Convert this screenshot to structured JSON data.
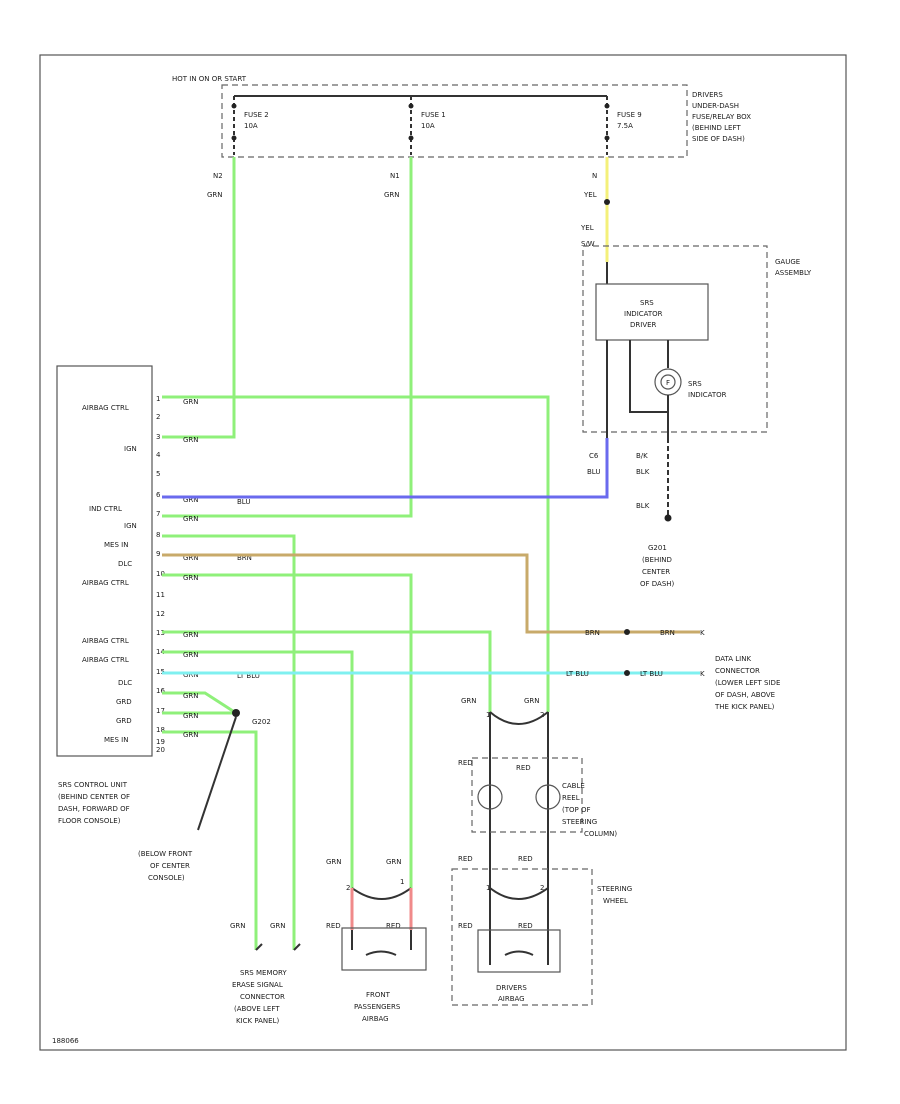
{
  "diagram": {
    "fusebox_label": "HOT IN ON OR START",
    "fusebox_desc": [
      "DRIVERS",
      "UNDER-DASH",
      "FUSE/RELAY BOX",
      "(BEHIND LEFT",
      "SIDE OF DASH)"
    ],
    "fuses": [
      {
        "name": "FUSE 2",
        "amp": "10A"
      },
      {
        "name": "FUSE 1",
        "amp": "10A"
      },
      {
        "name": "FUSE 9",
        "amp": "7.5A"
      }
    ],
    "wire_top": [
      {
        "id": "N2",
        "color": "GRN"
      },
      {
        "id": "N1",
        "color": "GRN"
      },
      {
        "id": "N",
        "color": "YEL"
      }
    ],
    "yel_lower": "YEL",
    "gauge_pin": "S/W",
    "gauge_label": [
      "GAUGE",
      "ASSEMBLY"
    ],
    "srs_indicator_box": [
      "SRS",
      "INDICATOR",
      "DRIVER"
    ],
    "srs_indicator_lamp": [
      "SRS",
      "INDICATOR"
    ],
    "lamp_glyph": "F",
    "c6": "C6",
    "blu": "BLU",
    "blk_pin": "B/K",
    "blk1": "BLK",
    "blk2": "BLK",
    "ground_label": [
      "G201",
      "(BEHIND",
      "CENTER",
      "OF DASH)"
    ],
    "control_unit_left": [
      "AIRBAG CTRL",
      "IGN",
      "IND CTRL",
      "IGN",
      "MES IN",
      "DLC",
      "AIRBAG CTRL",
      "AIRBAG CTRL",
      "AIRBAG CTRL",
      "DLC",
      "GRD",
      "GRD",
      "MES IN"
    ],
    "control_unit_pins": [
      "1",
      "2",
      "3",
      "4",
      "5",
      "6",
      "7",
      "8",
      "9",
      "10",
      "11",
      "12",
      "13",
      "14",
      "15",
      "16",
      "17",
      "18",
      "19",
      "20"
    ],
    "wire_grn": "GRN",
    "wire_blu": "BLU",
    "wire_brn": "BRN",
    "wire_ltblu": "LT BLU",
    "control_unit_desc": [
      "SRS CONTROL UNIT",
      "(BEHIND CENTER OF",
      "DASH, FORWARD OF",
      "FLOOR CONSOLE)"
    ],
    "g202": "G202",
    "below_desc": [
      "(BELOW FRONT",
      "OF CENTER",
      "CONSOLE)"
    ],
    "brn_right": [
      "BRN",
      "BRN"
    ],
    "brn_pin": "K",
    "ltblu_right": [
      "LT BLU",
      "LT BLU"
    ],
    "ltblu_pin": "K",
    "dlc_desc": [
      "DATA LINK",
      "CONNECTOR",
      "(LOWER LEFT SIDE",
      "OF DASH, ABOVE",
      "THE KICK PANEL)"
    ],
    "cable_reel_desc": [
      "CABLE",
      "REEL",
      "(TOP OF",
      "STEERING",
      "COLUMN)"
    ],
    "steering_desc": [
      "STEERING",
      "WHEEL"
    ],
    "red_lbl": "RED",
    "mem_desc": [
      "SRS MEMORY",
      "ERASE SIGNAL",
      "CONNECTOR",
      "(ABOVE LEFT",
      "KICK PANEL)"
    ],
    "pass_desc": [
      "FRONT",
      "PASSENGERS",
      "AIRBAG"
    ],
    "driver_desc": [
      "DRIVERS",
      "AIRBAG"
    ],
    "pin1": "1",
    "pin2": "2",
    "code": "188066"
  }
}
